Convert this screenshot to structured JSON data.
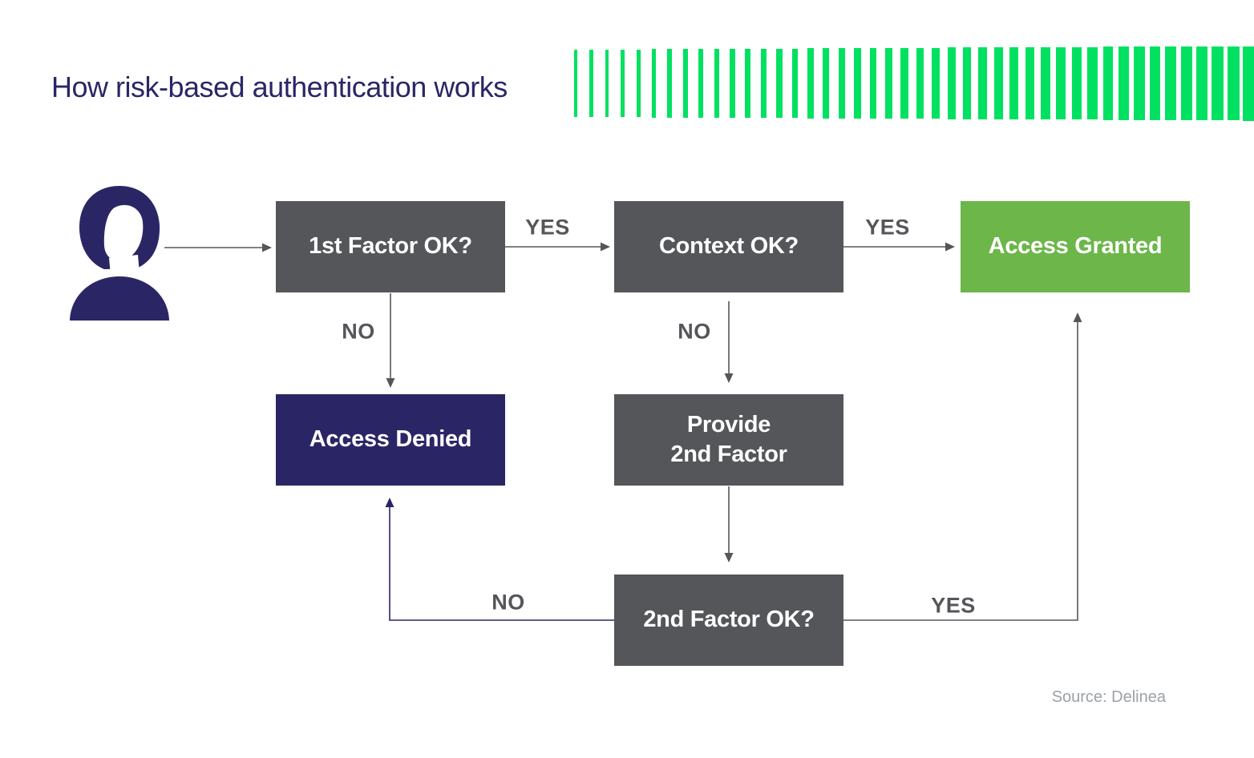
{
  "title": "How risk-based authentication works",
  "source": "Source: Delinea",
  "labels": {
    "yes": "YES",
    "no": "NO"
  },
  "nodes": {
    "first_factor": "1st Factor OK?",
    "context": "Context OK?",
    "access_granted": "Access Granted",
    "access_denied": "Access Denied",
    "provide_line1": "Provide",
    "provide_line2": "2nd Factor",
    "second_factor": "2nd Factor OK?"
  },
  "icons": {
    "person": "user-woman-icon",
    "bars": "green-bars-decoration"
  },
  "colors": {
    "navy": "#2A2666",
    "box-gray": "#54565A",
    "green-box": "#6CB64A",
    "bar-green": "#00E161",
    "line-gray": "#55565A",
    "label-gray": "#55565A",
    "source-gray": "#9CA1A8",
    "white": "#FFFFFF"
  }
}
